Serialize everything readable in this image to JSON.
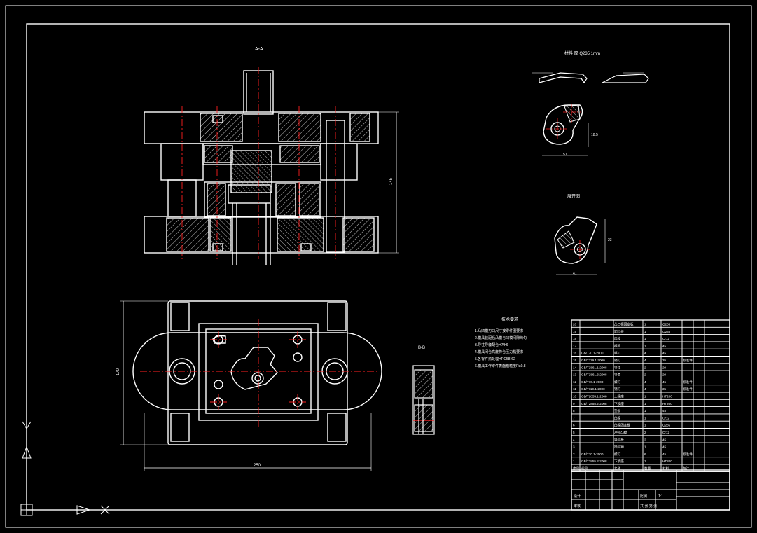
{
  "drawing": {
    "background": "#000000",
    "line_color": "#ffffff",
    "center_line_color": "#ff2020",
    "hatch_color": "#ffffff",
    "section_label_main": "A-A",
    "section_label_side": "B-B",
    "part_title": "材料 厚 Q235 1mm",
    "unfolded_title": "展开图",
    "notes_title": "技术要求",
    "notes": [
      "1.凸凹模刃口尺寸按零件图要求",
      "2.模具装配后凸模与凹模间隙均匀",
      "3.导柱导套配合H7/h6",
      "4.模具闭合高度符合压力机要求",
      "5.各零件热处理HRC58-62",
      "6.模具工作零件表面粗糙度Ra0.8"
    ],
    "dim_main_height": "145",
    "dim_base_width": "250",
    "dim_base_height": "170",
    "dim_part_w": "51",
    "dim_part_h": "18.5",
    "dim_unfold_w": "41",
    "dim_unfold_h": "23"
  },
  "bom": {
    "rows": [
      {
        "no": "20",
        "code": "",
        "name": "凸凹模固定板",
        "qty": "1",
        "mat": "Q235",
        "note": ""
      },
      {
        "no": "19",
        "code": "",
        "name": "卸料板",
        "qty": "1",
        "mat": "Q235",
        "note": ""
      },
      {
        "no": "18",
        "code": "",
        "name": "凹模",
        "qty": "1",
        "mat": "Cr12",
        "note": ""
      },
      {
        "no": "17",
        "code": "",
        "name": "模柄",
        "qty": "1",
        "mat": "45",
        "note": ""
      },
      {
        "no": "16",
        "code": "GB/T70.1-2000",
        "name": "螺钉",
        "qty": "4",
        "mat": "45",
        "note": ""
      },
      {
        "no": "15",
        "code": "GB/T119.1-2000",
        "name": "销钉",
        "qty": "4",
        "mat": "35",
        "note": "标准件"
      },
      {
        "no": "14",
        "code": "GB/T2861.1-2008",
        "name": "导柱",
        "qty": "2",
        "mat": "20",
        "note": ""
      },
      {
        "no": "13",
        "code": "GB/T2861.3-2008",
        "name": "导套",
        "qty": "2",
        "mat": "20",
        "note": ""
      },
      {
        "no": "12",
        "code": "GB/T70.1-2000",
        "name": "螺钉",
        "qty": "4",
        "mat": "45",
        "note": "标准件"
      },
      {
        "no": "11",
        "code": "GB/T119.1-2000",
        "name": "销钉",
        "qty": "4",
        "mat": "35",
        "note": "标准件"
      },
      {
        "no": "10",
        "code": "GB/T2855.1-2008",
        "name": "上模座",
        "qty": "1",
        "mat": "HT200",
        "note": ""
      },
      {
        "no": "9",
        "code": "GB/T2855.2-2008",
        "name": "下模座",
        "qty": "1",
        "mat": "HT200",
        "note": ""
      },
      {
        "no": "8",
        "code": "",
        "name": "垫板",
        "qty": "1",
        "mat": "45",
        "note": ""
      },
      {
        "no": "7",
        "code": "",
        "name": "凸模",
        "qty": "1",
        "mat": "Cr12",
        "note": ""
      },
      {
        "no": "6",
        "code": "",
        "name": "凸模固定板",
        "qty": "1",
        "mat": "Q235",
        "note": ""
      },
      {
        "no": "5",
        "code": "",
        "name": "冲孔凸模",
        "qty": "2",
        "mat": "Cr12",
        "note": ""
      },
      {
        "no": "4",
        "code": "",
        "name": "导料板",
        "qty": "2",
        "mat": "45",
        "note": ""
      },
      {
        "no": "3",
        "code": "",
        "name": "挡料销",
        "qty": "1",
        "mat": "45",
        "note": ""
      },
      {
        "no": "2",
        "code": "GB/T70.1-2000",
        "name": "螺钉",
        "qty": "6",
        "mat": "45",
        "note": "标准件"
      },
      {
        "no": "1",
        "code": "GB/T2855.2-2008",
        "name": "下模座",
        "qty": "1",
        "mat": "HT200",
        "note": ""
      }
    ],
    "header": {
      "no": "序号",
      "code": "代号",
      "name": "名称",
      "qty": "数量",
      "mat": "材料",
      "note": "备注"
    }
  },
  "title_block": {
    "label_design": "设计",
    "label_check": "审核",
    "label_scale": "比例",
    "label_sheet": "共 张 第 张",
    "scale_value": "1:1"
  }
}
